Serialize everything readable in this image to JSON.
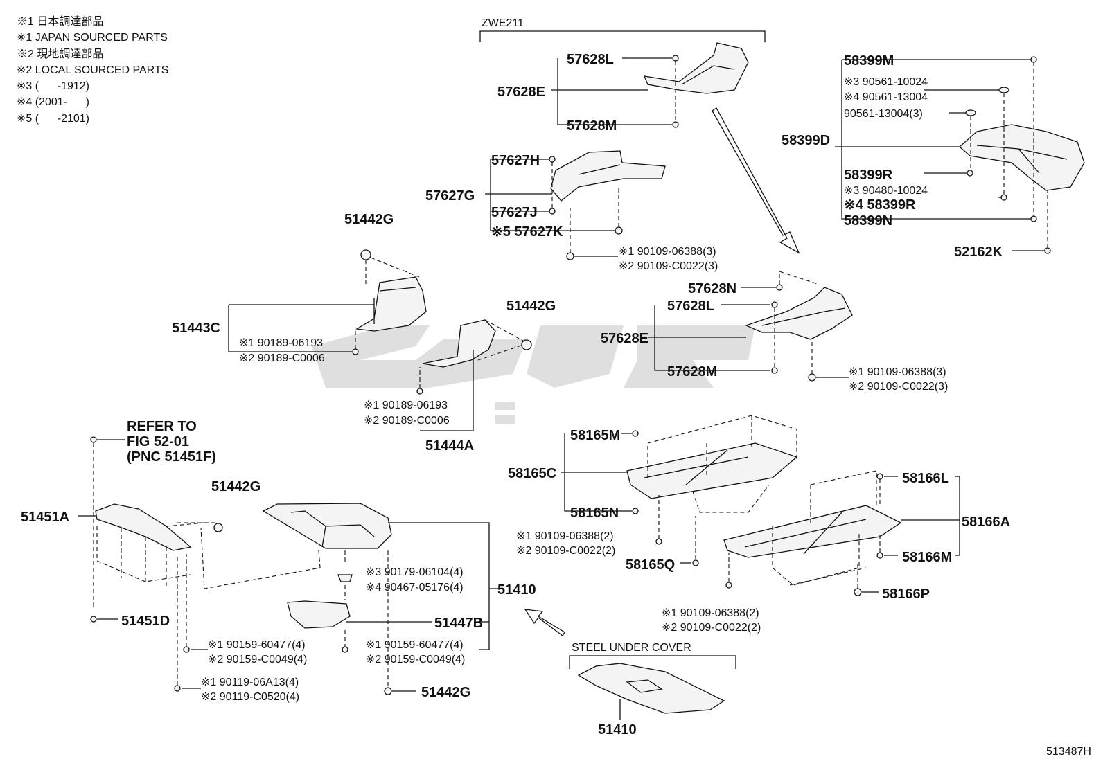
{
  "legend": [
    "※1 日本調達部品",
    "※1 JAPAN SOURCED PARTS",
    "※2 現地調達部品",
    "※2 LOCAL SOURCED PARTS",
    "※3 (      -1912)",
    "※4 (2001-      )",
    "※5 (      -2101)"
  ],
  "labels": {
    "zwe211": "ZWE211",
    "l57628L_top": "57628L",
    "l57628E_top": "57628E",
    "l57628M_top": "57628M",
    "l57627H": "57627H",
    "l57627G": "57627G",
    "l57627J": "57627J",
    "l57627K": "※5 57627K",
    "l57627_b1": "※1 90109-06388(3)",
    "l57627_b2": "※2 90109-C0022(3)",
    "l58399M": "58399M",
    "l58399_a": "※3 90561-10024",
    "l58399_b": "※4 90561-13004",
    "l58399_c": "90561-13004(3)",
    "l58399D": "58399D",
    "l58399R": "58399R",
    "l58399_d": "※3 90480-10024",
    "l58399_e": "※4 58399R",
    "l58399N": "58399N",
    "l52162K": "52162K",
    "l51442G_a": "51442G",
    "l51443C": "51443C",
    "l51443_b1": "※1 90189-06193",
    "l51443_b2": "※2 90189-C0006",
    "l51442G_b": "51442G",
    "l51444_b1": "※1 90189-06193",
    "l51444_b2": "※2 90189-C0006",
    "l51444A": "51444A",
    "l57628N": "57628N",
    "l57628L_mid": "57628L",
    "l57628E_mid": "57628E",
    "l57628M_mid": "57628M",
    "l57628_b1": "※1 90109-06388(3)",
    "l57628_b2": "※2 90109-C0022(3)",
    "refer1": "REFER TO",
    "refer2": "FIG 52-01",
    "refer3": "(PNC 51451F)",
    "l51451A": "51451A",
    "l51442G_c": "51442G",
    "l51451D": "51451D",
    "l51451_b1": "※1 90159-60477(4)",
    "l51451_b2": "※2 90159-C0049(4)",
    "l51451_c1": "※1 90119-06A13(4)",
    "l51451_c2": "※2 90119-C0520(4)",
    "l51410_a1": "※3 90179-06104(4)",
    "l51410_a2": "※4 90467-05176(4)",
    "l51410": "51410",
    "l51447B": "51447B",
    "l51447_b1": "※1 90159-60477(4)",
    "l51447_b2": "※2 90159-C0049(4)",
    "l51442G_d": "51442G",
    "l58165M": "58165M",
    "l58165C": "58165C",
    "l58165N": "58165N",
    "l58165_b1": "※1 90109-06388(2)",
    "l58165_b2": "※2 90109-C0022(2)",
    "l58165Q": "58165Q",
    "l58166L": "58166L",
    "l58166A": "58166A",
    "l58166M": "58166M",
    "l58166P": "58166P",
    "l58166_b1": "※1 90109-06388(2)",
    "l58166_b2": "※2 90109-C0022(2)",
    "steel": "STEEL UNDER COVER",
    "l51410_bottom": "51410",
    "figno": "513487H"
  }
}
